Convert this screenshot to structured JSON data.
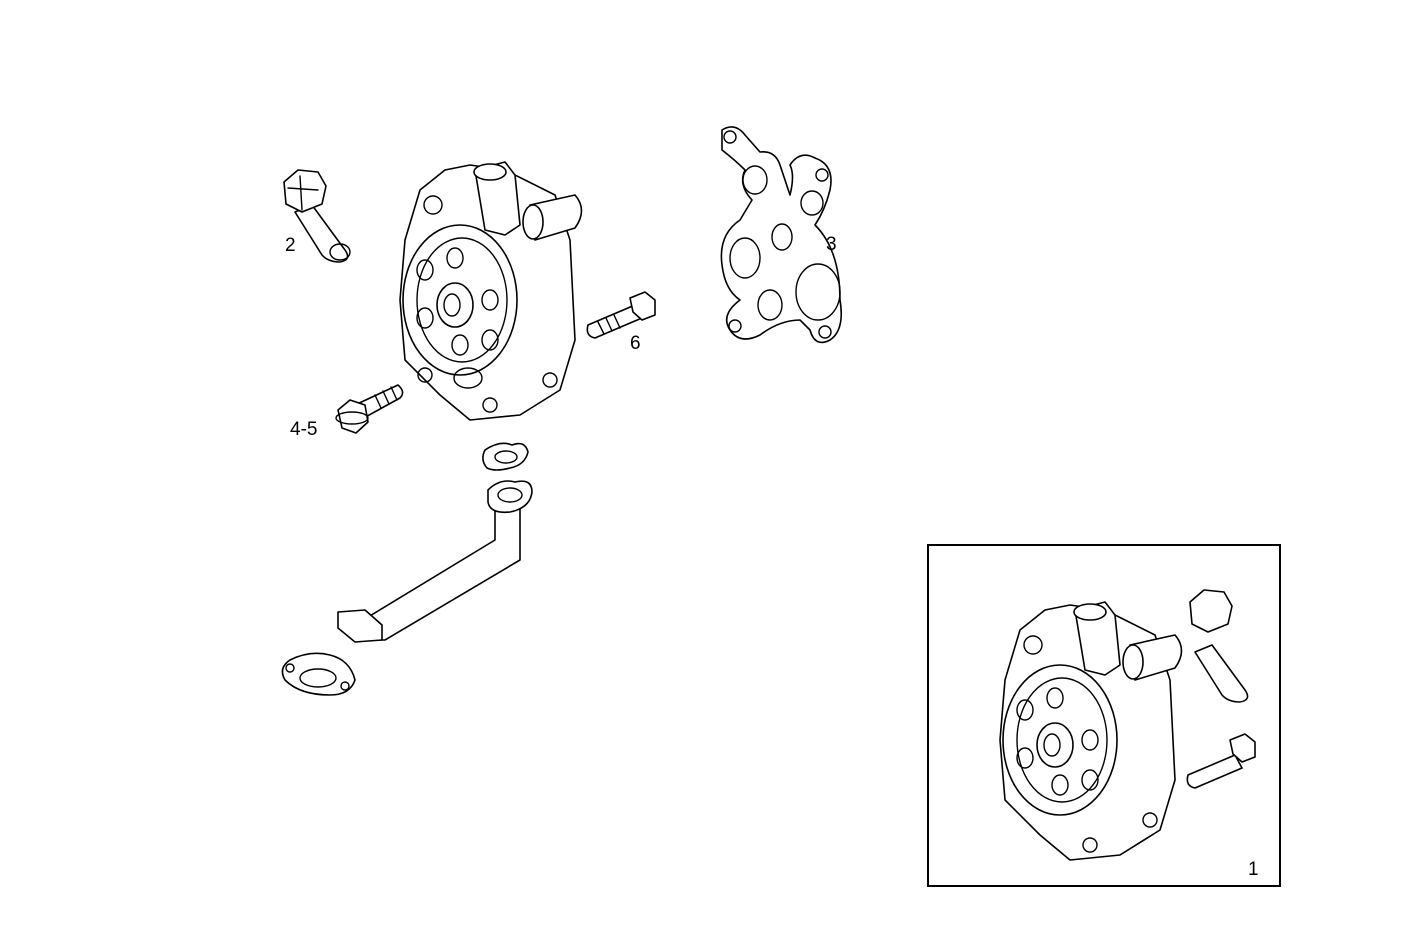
{
  "callouts": {
    "pump_assembly": "1",
    "plug_screw": "2",
    "gasket": "3",
    "flange_bolt": "4-5",
    "stud_bolt": "6"
  }
}
